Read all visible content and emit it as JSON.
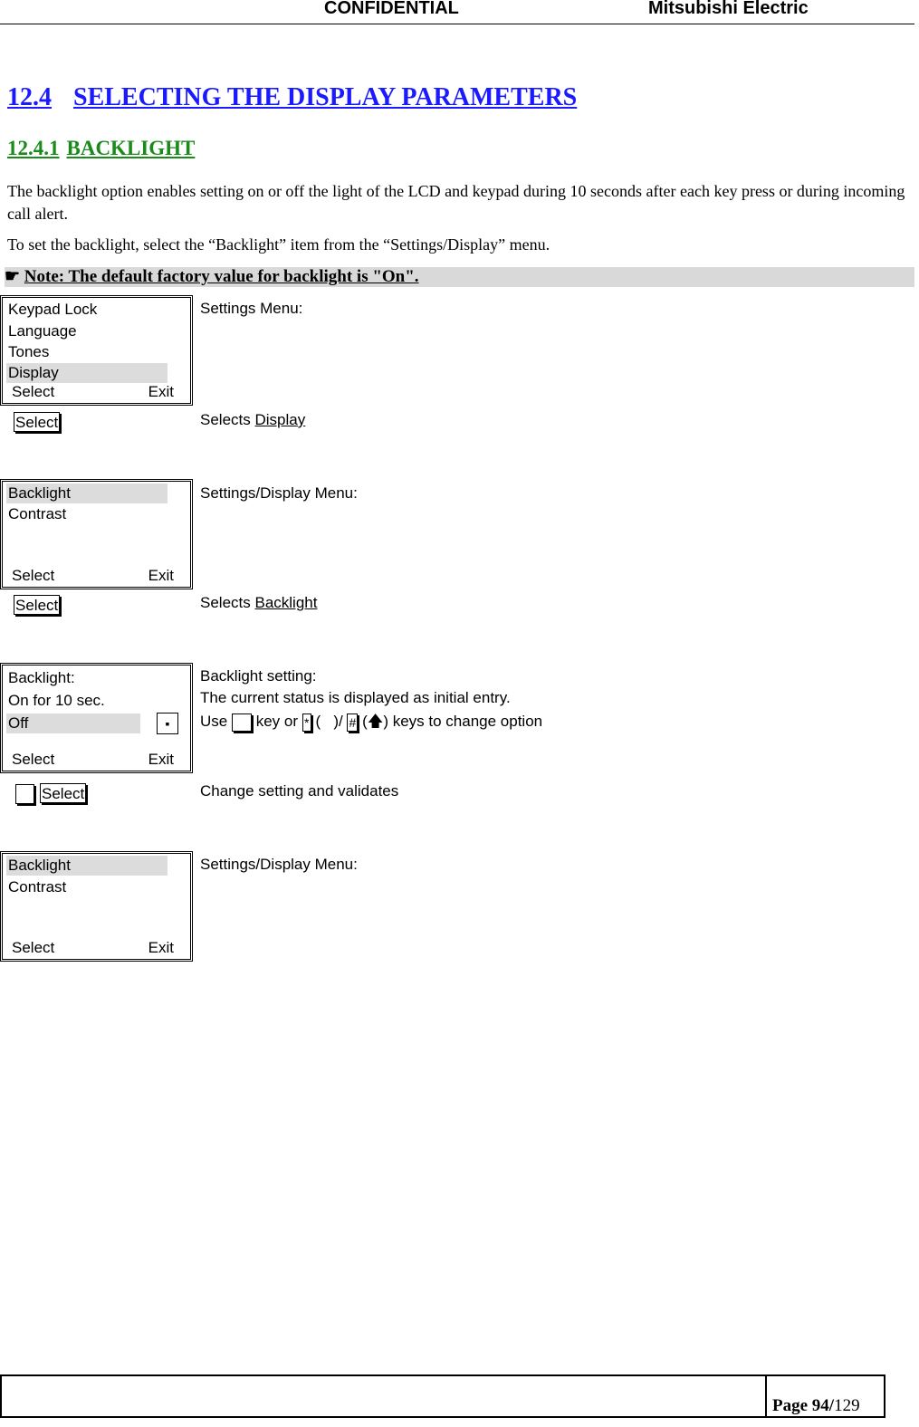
{
  "header": {
    "confidential": "CONFIDENTIAL",
    "company": "Mitsubishi Electric"
  },
  "section": {
    "number": "12.4",
    "title": "SELECTING THE DISPLAY PARAMETERS"
  },
  "subsection": {
    "number": "12.4.1",
    "title": "BACKLIGHT"
  },
  "paragraphs": [
    "The backlight option enables setting on or off the light of the LCD and keypad during 10 seconds after each key press or during incoming call alert.",
    "To set the backlight, select the “Backlight” item from the “Settings/Display” menu."
  ],
  "note": {
    "icon": "pointing-hand-icon",
    "glyph": "☛",
    "text": "Note: The default factory value for backlight is \"On\"."
  },
  "screens": [
    {
      "rows": [
        "Keypad Lock",
        "Language",
        "Tones",
        "Display"
      ],
      "highlight": 3,
      "select": "Select",
      "exit": "Exit",
      "desc": "Settings Menu:"
    },
    {
      "rows": [
        "Backlight",
        "Contrast"
      ],
      "highlight": 0,
      "select": "Select",
      "exit": "Exit",
      "desc": "Settings/Display Menu:"
    },
    {
      "rows": [
        "Backlight:",
        "On for 10 sec.",
        "Off"
      ],
      "highlight": 2,
      "select": "Select",
      "exit": "Exit",
      "desc": "Backlight setting:",
      "desc2": "The current status is displayed as initial entry."
    },
    {
      "rows": [
        "Backlight",
        "Contrast"
      ],
      "highlight": 0,
      "select": "Select",
      "exit": "Exit",
      "desc": "Settings/Display Menu:"
    }
  ],
  "steps": [
    {
      "key": "Select",
      "prefix": "Selects ",
      "target": "Display"
    },
    {
      "key": "Select",
      "prefix": "Selects ",
      "target": "Backlight"
    },
    {
      "key": "Select",
      "text": "Change setting and validates"
    }
  ],
  "use_line": {
    "use": "Use",
    "key_or": "key or",
    "star": "*",
    "open": "(",
    "slash": ")/",
    "hash": "#",
    "arrows": "(",
    "arrow_glyph": "🡅",
    "rest": ") keys to change option"
  },
  "footer": {
    "page_label": "Page 94/",
    "page_total": "129"
  }
}
